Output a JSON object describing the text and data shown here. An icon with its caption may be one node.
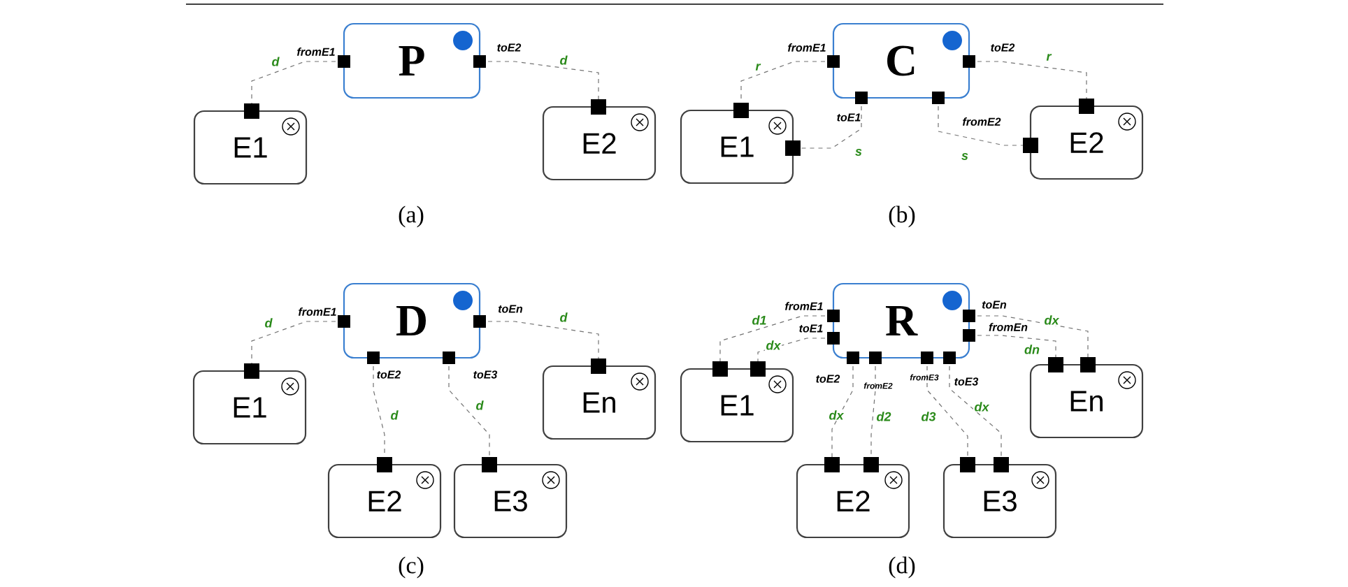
{
  "diagram": {
    "nodes": [
      {
        "text": [
          "P"
        ]
      },
      {
        "text": [
          "E1"
        ]
      },
      {
        "text": [
          "E2"
        ]
      },
      {
        "text": [
          "C"
        ]
      },
      {
        "text": [
          "E1"
        ]
      },
      {
        "text": [
          "E2"
        ]
      },
      {
        "text": [
          "D"
        ]
      },
      {
        "text": [
          "E1"
        ]
      },
      {
        "text": [
          "En"
        ]
      },
      {
        "text": [
          "E2"
        ]
      },
      {
        "text": [
          "E3"
        ]
      },
      {
        "text": [
          "R"
        ]
      },
      {
        "text": [
          "E1"
        ]
      },
      {
        "text": [
          "En"
        ]
      },
      {
        "text": [
          "E2"
        ]
      },
      {
        "text": [
          "E3"
        ]
      }
    ],
    "edges": [
      {
        "from": 0,
        "to": 1,
        "arrow": "none",
        "label": "d",
        "style": "dashed"
      },
      {
        "from": 0,
        "to": 2,
        "arrow": "none",
        "label": "d",
        "style": "dashed"
      },
      {
        "from": 3,
        "to": 4,
        "arrow": "none",
        "label": "r",
        "style": "dashed"
      },
      {
        "from": 3,
        "to": 4,
        "arrow": "none",
        "label": "s",
        "style": "dashed"
      },
      {
        "from": 3,
        "to": 5,
        "arrow": "none",
        "label": "r",
        "style": "dashed"
      },
      {
        "from": 3,
        "to": 5,
        "arrow": "none",
        "label": "s",
        "style": "dashed"
      },
      {
        "from": 6,
        "to": 7,
        "arrow": "none",
        "label": "d",
        "style": "dashed"
      },
      {
        "from": 6,
        "to": 8,
        "arrow": "none",
        "label": "d",
        "style": "dashed"
      },
      {
        "from": 6,
        "to": 9,
        "arrow": "none",
        "label": "d",
        "style": "dashed"
      },
      {
        "from": 6,
        "to": 10,
        "arrow": "none",
        "label": "d",
        "style": "dashed"
      },
      {
        "from": 11,
        "to": 12,
        "arrow": "none",
        "label": "d1",
        "style": "dashed"
      },
      {
        "from": 11,
        "to": 12,
        "arrow": "none",
        "label": "dx",
        "style": "dashed"
      },
      {
        "from": 11,
        "to": 14,
        "arrow": "none",
        "label": "dx",
        "style": "dashed"
      },
      {
        "from": 11,
        "to": 14,
        "arrow": "none",
        "label": "d2",
        "style": "dashed"
      },
      {
        "from": 11,
        "to": 15,
        "arrow": "none",
        "label": "d3",
        "style": "dashed"
      },
      {
        "from": 11,
        "to": 15,
        "arrow": "none",
        "label": "dx",
        "style": "dashed"
      },
      {
        "from": 11,
        "to": 13,
        "arrow": "none",
        "label": "dx",
        "style": "dashed"
      },
      {
        "from": 11,
        "to": 13,
        "arrow": "none",
        "label": "dn",
        "style": "dashed"
      }
    ],
    "labels": [
      "fromE1",
      "toE2",
      "fromE1",
      "toE2",
      "toE1",
      "fromE2",
      "(a)",
      "(b)",
      "fromE1",
      "toEn",
      "toE2",
      "toE3",
      "fromE1",
      "toEn",
      "toE1",
      "fromEn",
      "toE2",
      "fromE2",
      "fromE3",
      "toE3",
      "(c)",
      "(d)"
    ]
  }
}
